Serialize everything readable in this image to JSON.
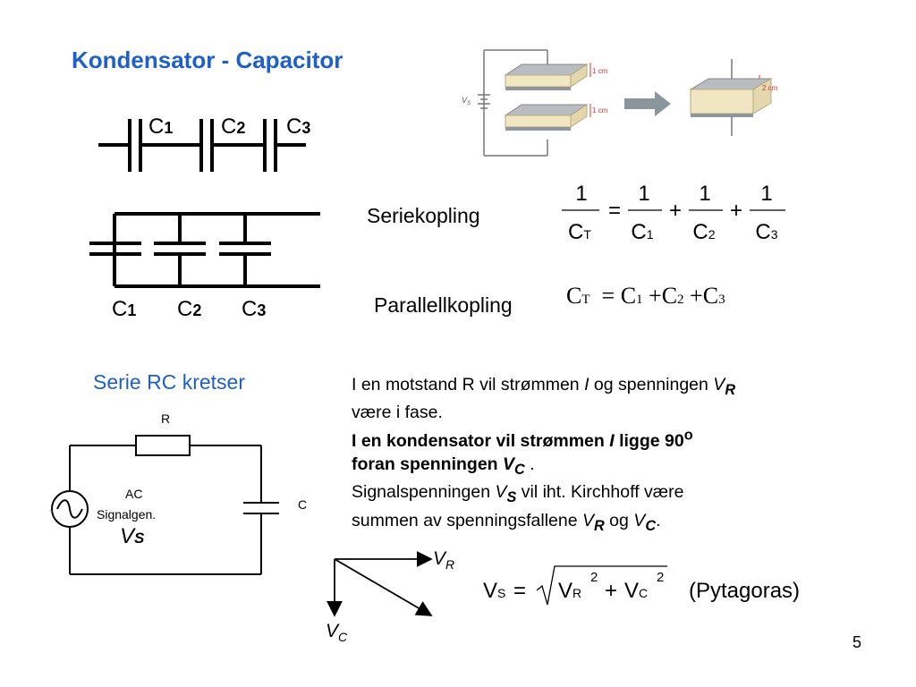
{
  "slide": {
    "title": "Kondensator - Capacitor",
    "page_number": "5"
  },
  "series_diagram": {
    "labels": [
      "C",
      "C",
      "C"
    ],
    "subs": [
      "1",
      "2",
      "3"
    ]
  },
  "parallel_diagram": {
    "labels": [
      "C",
      "C",
      "C"
    ],
    "subs": [
      "1",
      "2",
      "3"
    ]
  },
  "plates_figure": {
    "source_label": "V",
    "source_sub": "S",
    "gap_top": "1 cm",
    "gap_bottom": "1 cm",
    "gap_combined": "2 cm"
  },
  "formulas": {
    "series_label": "Seriekopling",
    "parallel_label": "Parallellkopling",
    "series": {
      "one": "1",
      "ct": "C",
      "ct_sub": "T",
      "c1": "C",
      "c1_sub": "1",
      "c2": "C",
      "c2_sub": "2",
      "c3": "C",
      "c3_sub": "3",
      "equals": "=",
      "plus": "+"
    },
    "parallel": {
      "ct": "C",
      "ct_sub": "T",
      "equals": "=",
      "c1": "C",
      "c1_sub": "1",
      "plus": "+",
      "c2": "C",
      "c2_sub": "2",
      "c3": "C",
      "c3_sub": "3"
    }
  },
  "rc_circuit": {
    "heading": "Serie RC kretser",
    "resistor_label": "R",
    "capacitor_label": "C",
    "source_line1": "AC",
    "source_line2": "Signalgen.",
    "source_symbol": "V",
    "source_sub": "S",
    "source_mark": "~"
  },
  "explanation": {
    "l1a": "I en motstand R vil strømmen ",
    "l1i": "I",
    "l1b": " og spenningen ",
    "l1v": "V",
    "l1vs": "R",
    "l2": "være i fase.",
    "l3a": "I en kondensator vil strømmen ",
    "l3i": "I",
    "l3b": " ligge 90",
    "l3sup": "o",
    "l4a": "foran spenningen ",
    "l4v": "V",
    "l4vs": "C",
    "l4b": " .",
    "l5a": "Signalspenningen ",
    "l5v": "V",
    "l5vs": "S",
    "l5b": " vil iht. Kirchhoff være",
    "l6a": "summen av spenningsfallene ",
    "l6v1": "V",
    "l6v1s": "R",
    "l6b": " og ",
    "l6v2": "V",
    "l6v2s": "C",
    "l6c": "."
  },
  "phasor": {
    "vr": "V",
    "vr_sub": "R",
    "vc": "V",
    "vc_sub": "C"
  },
  "pythagoras": {
    "vs": "V",
    "vs_sub": "S",
    "equals": "=",
    "vr": "V",
    "vr_sub": "R",
    "exp1": "2",
    "plus": "+",
    "vc": "V",
    "vc_sub": "C",
    "exp2": "2",
    "note": "(Pytagoras)"
  }
}
